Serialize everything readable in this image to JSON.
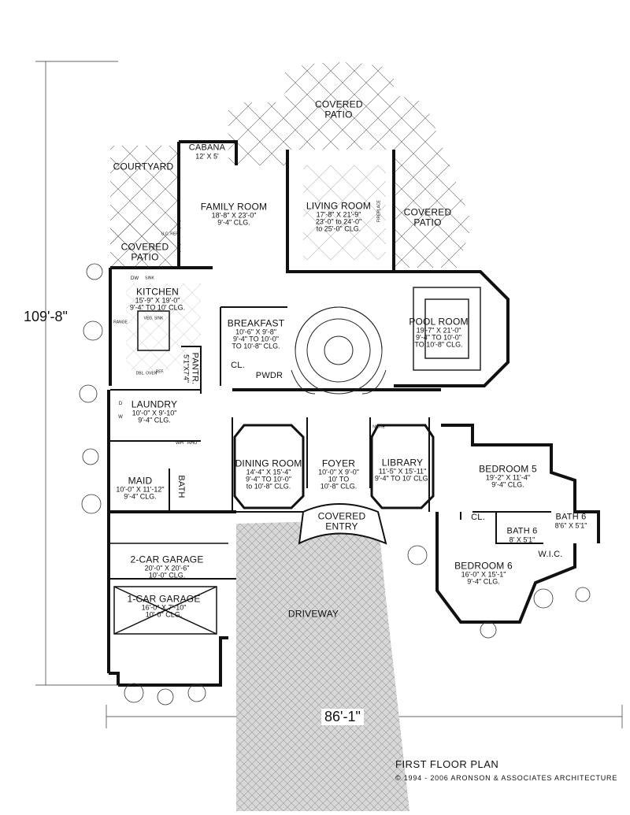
{
  "plan": {
    "title": "FIRST FLOOR PLAN",
    "copyright": "© 1994 - 2006 ARONSON & ASSOCIATES ARCHITECTURE",
    "overall_depth": "109'-8\"",
    "overall_width": "86'-1\""
  },
  "rooms": [
    {
      "id": "covered-patio-top",
      "name": "COVERED PATIO",
      "lines": []
    },
    {
      "id": "cabana",
      "name": "CABANA",
      "lines": [
        "12' X 5'"
      ]
    },
    {
      "id": "courtyard",
      "name": "COURTYARD",
      "lines": []
    },
    {
      "id": "family-room",
      "name": "FAMILY ROOM",
      "lines": [
        "18'-8\" X 23'-0\"",
        "9'-4\" CLG."
      ]
    },
    {
      "id": "living-room",
      "name": "LIVING ROOM",
      "lines": [
        "17'-8\" X 21'-9\"",
        "23'-0\" to 24'-0\"",
        "to 25'-0\" CLG."
      ]
    },
    {
      "id": "covered-patio-right",
      "name": "COVERED PATIO",
      "lines": []
    },
    {
      "id": "covered-patio-left",
      "name": "COVERED PATIO",
      "lines": []
    },
    {
      "id": "kitchen",
      "name": "KITCHEN",
      "lines": [
        "15'-9\" X 19'-0\"",
        "9'-4\" TO 10' CLG."
      ]
    },
    {
      "id": "breakfast",
      "name": "BREAKFAST",
      "lines": [
        "10'-6\" X 9'-8\"",
        "9'-4\" TO 10'-0\"",
        "TO 10'-8\" CLG."
      ]
    },
    {
      "id": "pool-room",
      "name": "POOL ROOM",
      "lines": [
        "19'-7\" X 21'-0\"",
        "9'-4\" TO 10'-0\"",
        "TO 10'-8\" CLG."
      ]
    },
    {
      "id": "pantry",
      "name": "PANTR.",
      "lines": [
        "5'1\"X7'4\""
      ]
    },
    {
      "id": "laundry",
      "name": "LAUNDRY",
      "lines": [
        "10'-0\" X 9'-10\"",
        "9'-4\" CLG."
      ]
    },
    {
      "id": "dining-room",
      "name": "DINING ROOM",
      "lines": [
        "14'-4\" X 15'-4\"",
        "9'-4\" TO 10'-0\"",
        "to 10'-8\" CLG."
      ]
    },
    {
      "id": "foyer",
      "name": "FOYER",
      "lines": [
        "10'-0\" X 9'-0\"",
        "10' TO",
        "10'-8\" CLG."
      ]
    },
    {
      "id": "library",
      "name": "LIBRARY",
      "lines": [
        "11'-5\" X 15'-11\"",
        "9'-4\" TO 10' CLG."
      ]
    },
    {
      "id": "bedroom-5",
      "name": "BEDROOM 5",
      "lines": [
        "19'-2\" X 11'-4\"",
        "9'-4\" CLG."
      ]
    },
    {
      "id": "maid",
      "name": "MAID",
      "lines": [
        "10'-0\" X 11'-12\"",
        "9'-4\" CLG."
      ]
    },
    {
      "id": "covered-entry",
      "name": "COVERED ENTRY",
      "lines": []
    },
    {
      "id": "bath-6-right",
      "name": "BATH 6",
      "lines": [
        "8'6\" X 5'1\""
      ]
    },
    {
      "id": "bath-6-mid",
      "name": "BATH 6",
      "lines": [
        "8' X 5'1\""
      ]
    },
    {
      "id": "two-car-garage",
      "name": "2-CAR GARAGE",
      "lines": [
        "20'-0\" X 20'-6\"",
        "10'-0\" CLG."
      ]
    },
    {
      "id": "bedroom-6",
      "name": "BEDROOM 6",
      "lines": [
        "16'-0\" X 15'-1\"",
        "9'-4\" CLG."
      ]
    },
    {
      "id": "one-car-garage",
      "name": "1-CAR GARAGE",
      "lines": [
        "16'-0\" X 7'-10\"",
        "10'-0\" CLG."
      ]
    },
    {
      "id": "driveway",
      "name": "DRIVEWAY",
      "lines": []
    }
  ],
  "small_labels": {
    "bath": "BATH",
    "pwdr": "PWDR",
    "cl_breakfast": "CL.",
    "cl_bedroom": "CL.",
    "wic": "W.I.C.",
    "sink": "SINK",
    "dw": "DW",
    "range": "RANGE",
    "veg_sink": "VEG. SINK",
    "dbl_oven": "DBL. OVEN",
    "ref": "REF.",
    "wh": "WH",
    "ahu": "AHU",
    "w": "W",
    "d": "D",
    "fireplace": "FIREPLACE",
    "niche": "NICHE",
    "uc_ref": "U.C. REF."
  }
}
